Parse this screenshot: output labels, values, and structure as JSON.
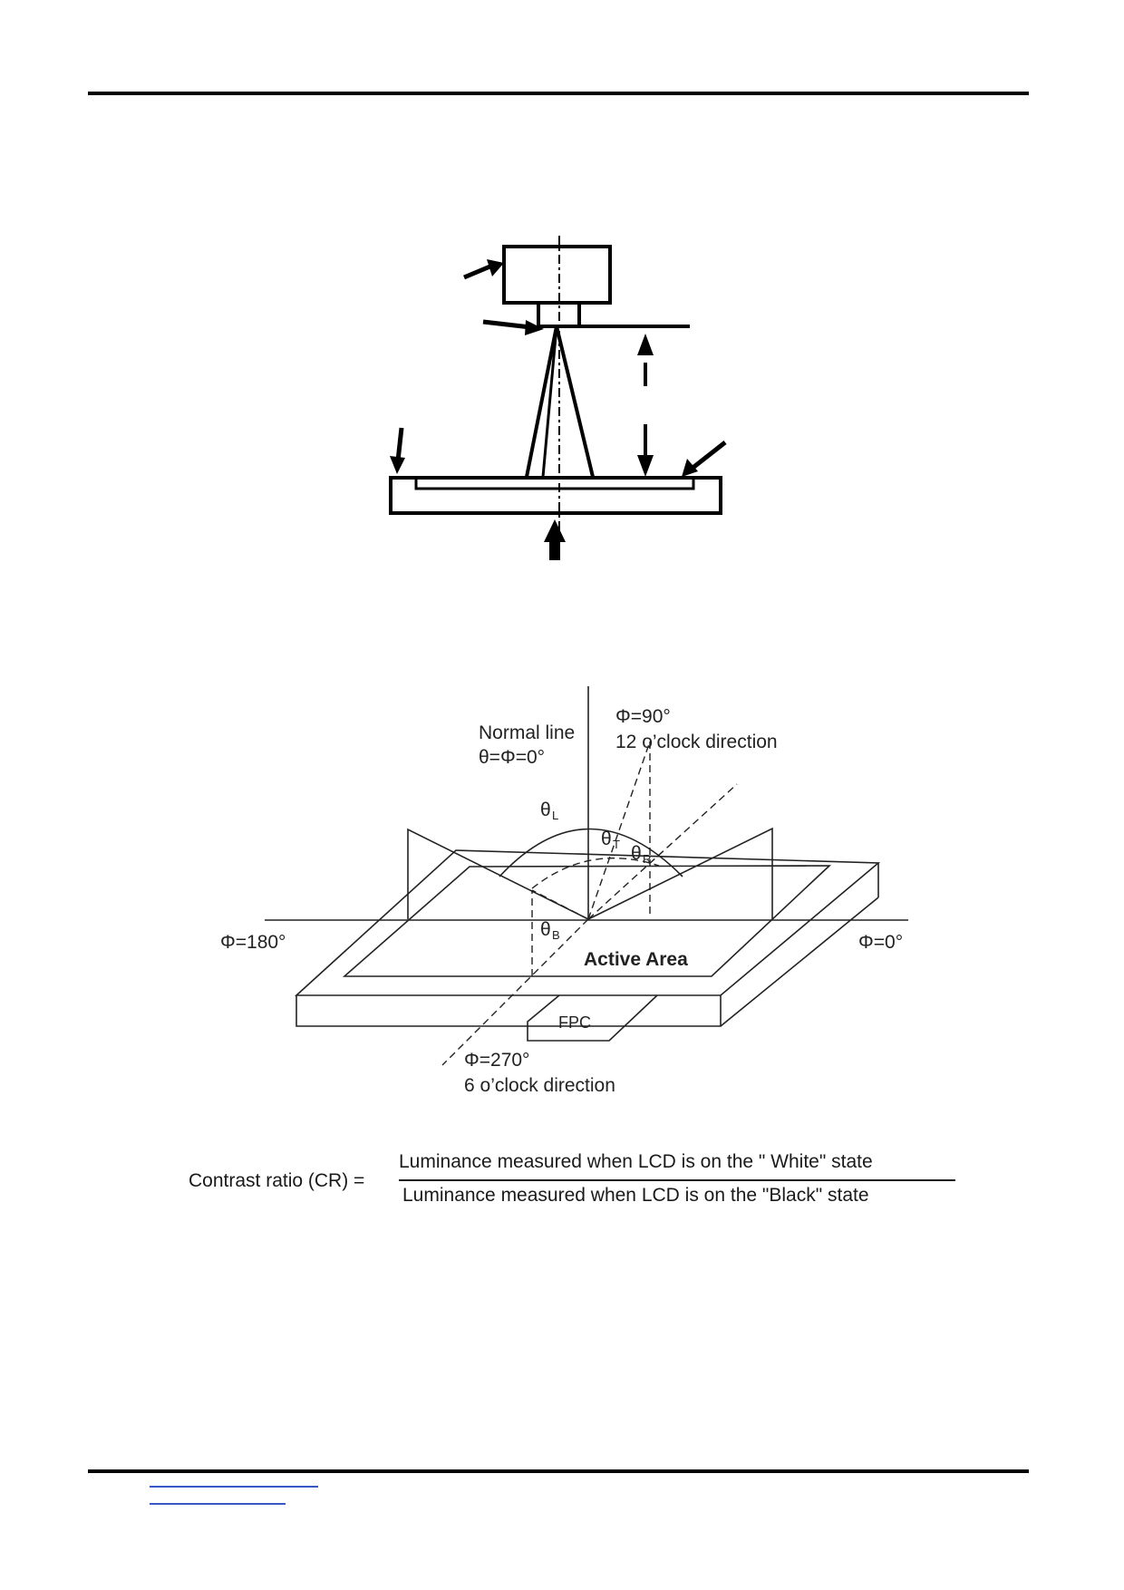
{
  "diagram_viewing_angle": {
    "normal_line": "Normal line",
    "normal_eq": "θ=Φ=0°",
    "phi_90": "Φ=90°",
    "dir_12": "12 o’clock direction",
    "phi_180": "Φ=180°",
    "phi_0": "Φ=0°",
    "phi_270": "Φ=270°",
    "dir_6": "6 o’clock direction",
    "active_area": "Active Area",
    "fpc": "FPC",
    "theta": "θ",
    "sub_L": "L",
    "sub_T": "T",
    "sub_R": "R",
    "sub_B": "B"
  },
  "formula": {
    "lhs": "Contrast ratio (CR) =",
    "numerator": "Luminance measured when LCD is on the \" White\" state",
    "denominator": "Luminance measured when LCD is on the \"Black\" state"
  }
}
